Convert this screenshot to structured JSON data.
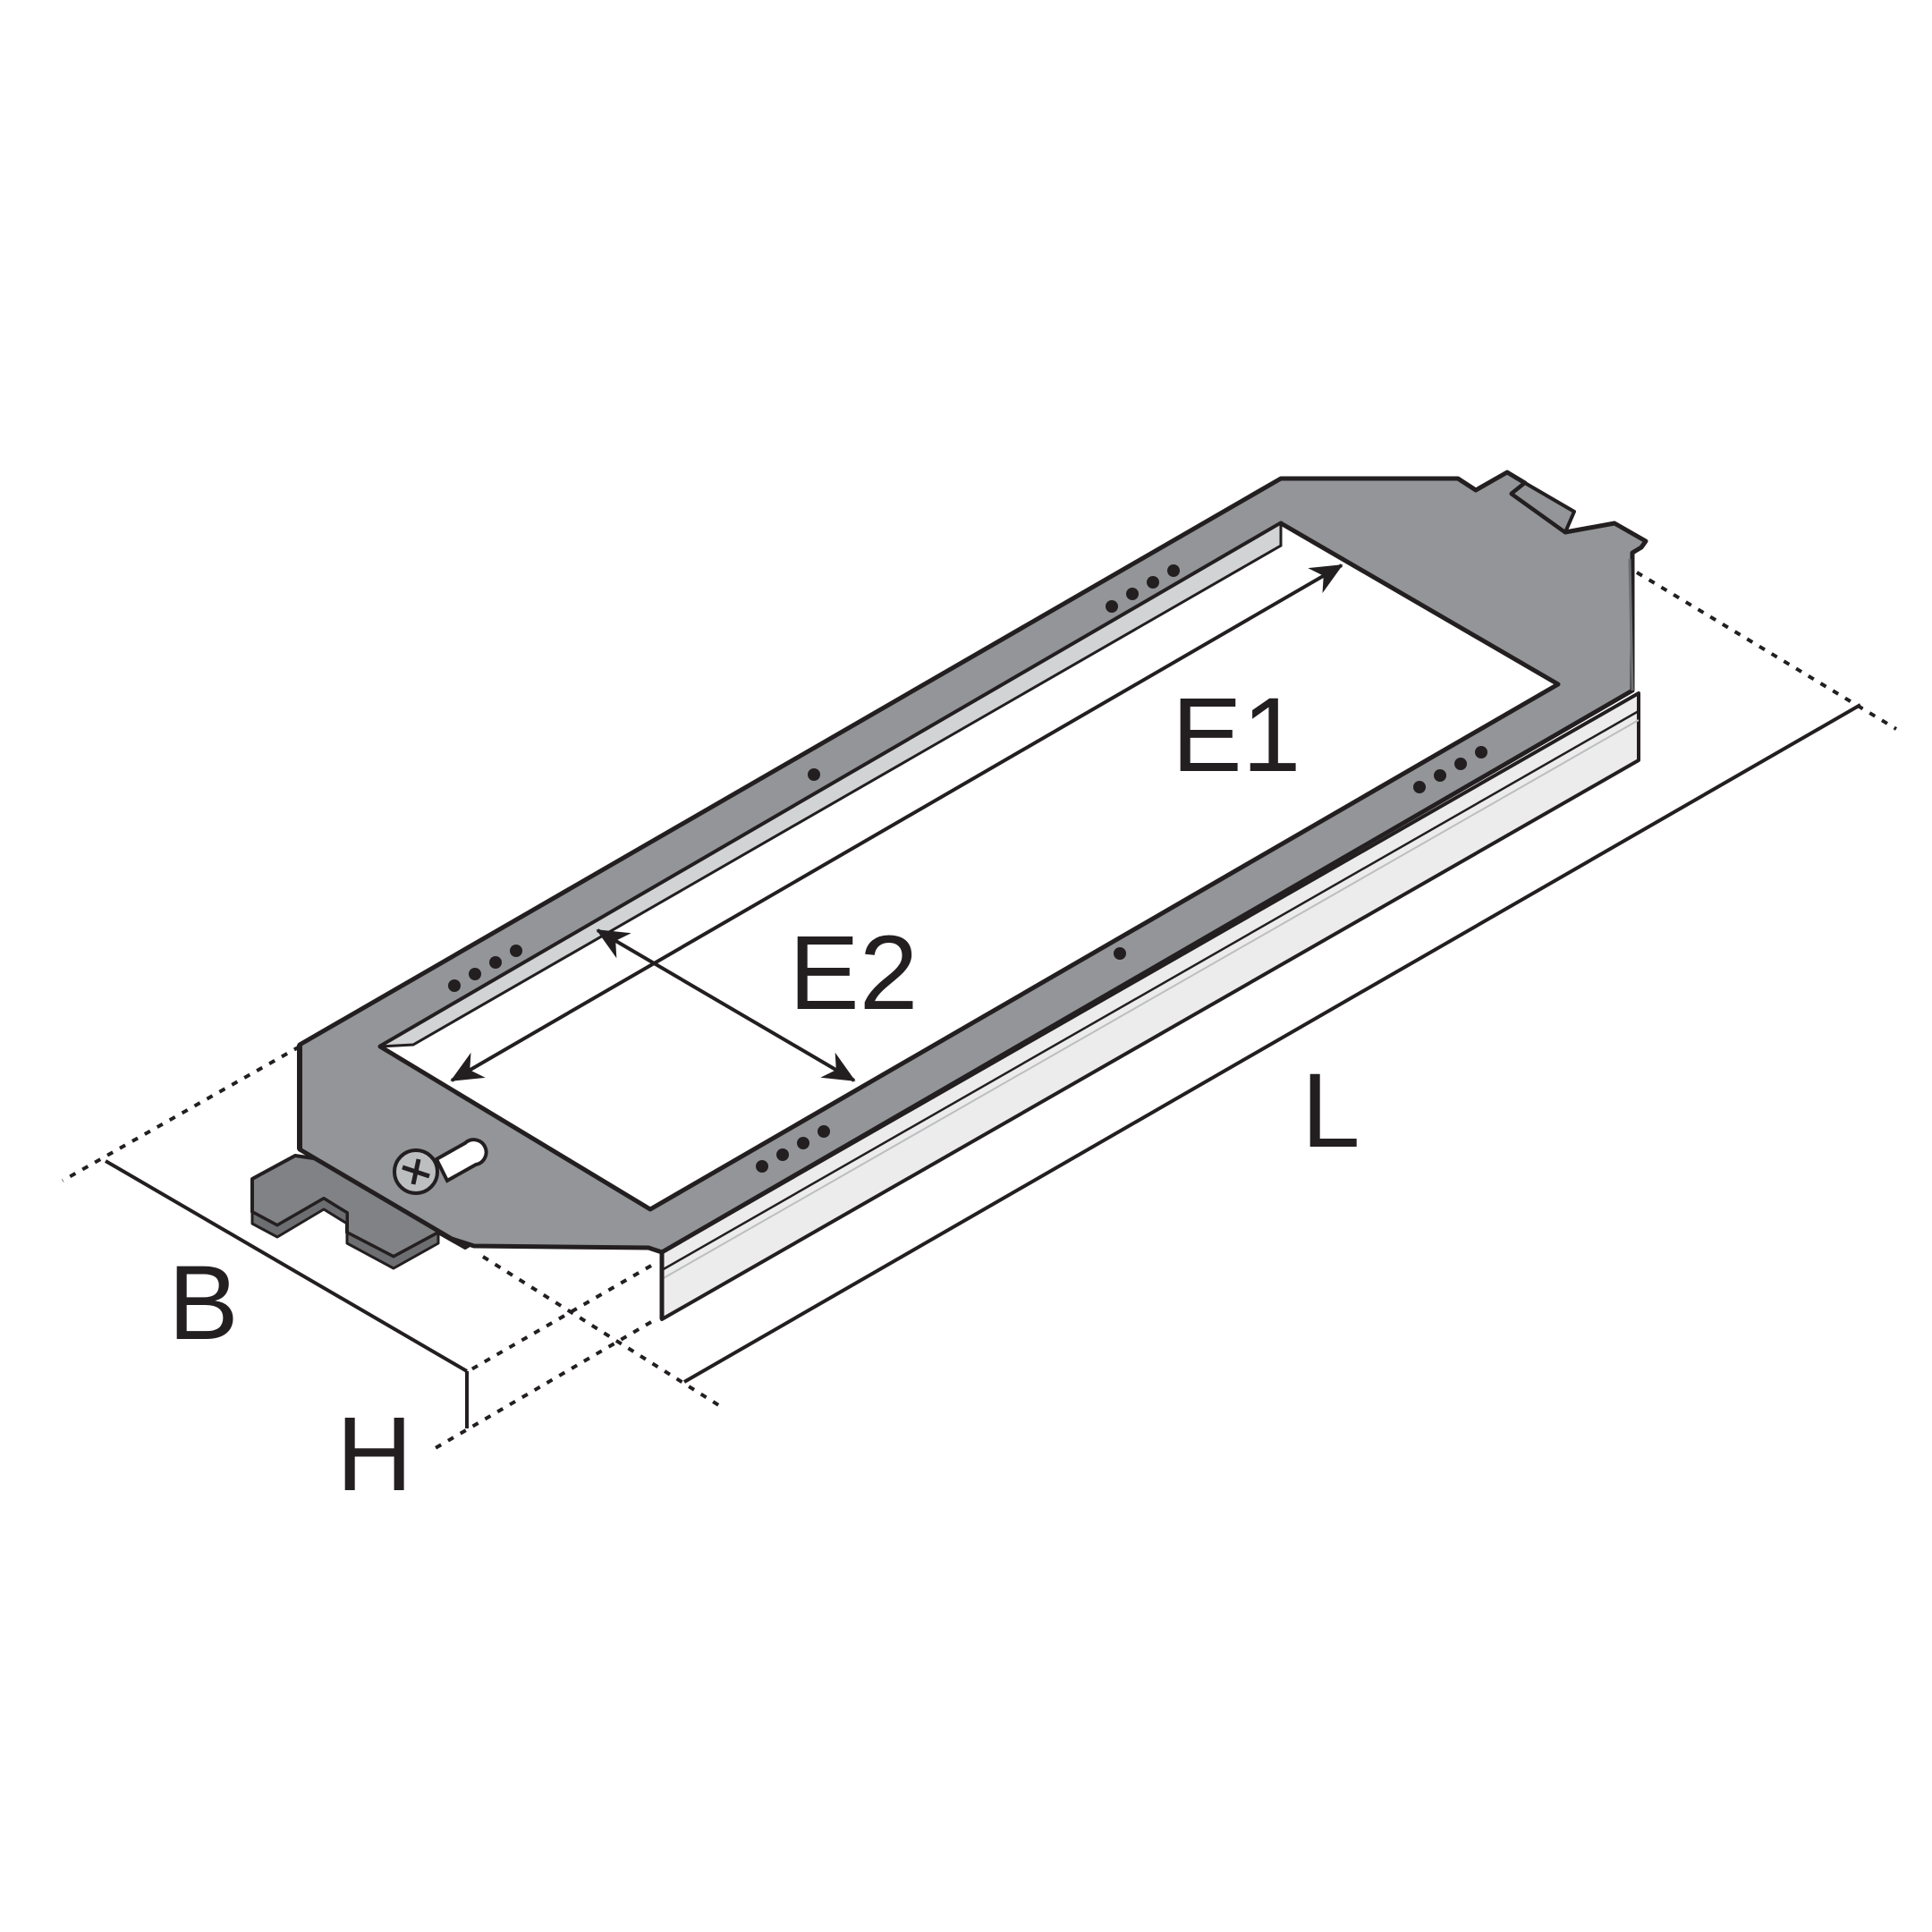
{
  "diagram": {
    "labels": {
      "e1": "E1",
      "e2": "E2",
      "l": "L",
      "b": "B",
      "h": "H"
    },
    "colors": {
      "plate": "#939598",
      "plate_dark": "#6d6e71",
      "side_face": "#ececec",
      "line": "#231f20",
      "background": "#ffffff"
    },
    "icons": [
      "screw-icon",
      "keyhole-slot-icon"
    ]
  }
}
